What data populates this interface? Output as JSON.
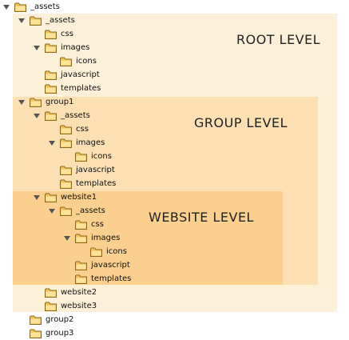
{
  "regions": {
    "root": {
      "label": "ROOT LEVEL",
      "color": "#fdf0d8"
    },
    "group": {
      "label": "GROUP LEVEL",
      "color": "#fce0b4"
    },
    "website": {
      "label": "WEBSITE LEVEL",
      "color": "#fbcf8e"
    }
  },
  "tree": [
    {
      "label": "_assets",
      "depth": 0,
      "expanded": true
    },
    {
      "label": "_assets",
      "depth": 1,
      "expanded": true
    },
    {
      "label": "css",
      "depth": 2,
      "expanded": false
    },
    {
      "label": "images",
      "depth": 2,
      "expanded": true
    },
    {
      "label": "icons",
      "depth": 3,
      "expanded": false
    },
    {
      "label": "javascript",
      "depth": 2,
      "expanded": false
    },
    {
      "label": "templates",
      "depth": 2,
      "expanded": false
    },
    {
      "label": "group1",
      "depth": 1,
      "expanded": true
    },
    {
      "label": "_assets",
      "depth": 2,
      "expanded": true
    },
    {
      "label": "css",
      "depth": 3,
      "expanded": false
    },
    {
      "label": "images",
      "depth": 3,
      "expanded": true
    },
    {
      "label": "icons",
      "depth": 4,
      "expanded": false
    },
    {
      "label": "javascript",
      "depth": 3,
      "expanded": false
    },
    {
      "label": "templates",
      "depth": 3,
      "expanded": false
    },
    {
      "label": "website1",
      "depth": 2,
      "expanded": true
    },
    {
      "label": "_assets",
      "depth": 3,
      "expanded": true
    },
    {
      "label": "css",
      "depth": 4,
      "expanded": false
    },
    {
      "label": "images",
      "depth": 4,
      "expanded": true
    },
    {
      "label": "icons",
      "depth": 5,
      "expanded": false
    },
    {
      "label": "javascript",
      "depth": 4,
      "expanded": false
    },
    {
      "label": "templates",
      "depth": 4,
      "expanded": false
    },
    {
      "label": "website2",
      "depth": 2,
      "expanded": false
    },
    {
      "label": "website3",
      "depth": 2,
      "expanded": false
    },
    {
      "label": "group2",
      "depth": 1,
      "expanded": false
    },
    {
      "label": "group3",
      "depth": 1,
      "expanded": false
    }
  ],
  "icons": {
    "folder": "folder-icon",
    "toggle": "expand-arrow-icon"
  }
}
